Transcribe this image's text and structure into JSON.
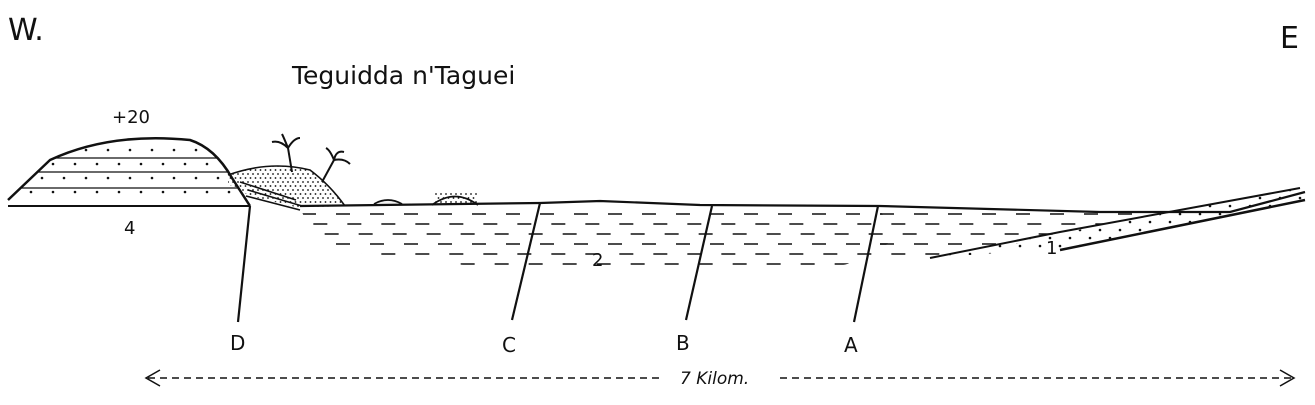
{
  "directions": {
    "west": "W.",
    "east": "E"
  },
  "title": "Teguidda n'Taguei",
  "elevation": "+20",
  "layers": {
    "layer_4": "4",
    "layer_2": "2",
    "layer_1": "1"
  },
  "faults": [
    "D",
    "C",
    "B",
    "A"
  ],
  "scale": "7 Kilom.",
  "colors": {
    "ink": "#111111",
    "background": "#ffffff"
  }
}
